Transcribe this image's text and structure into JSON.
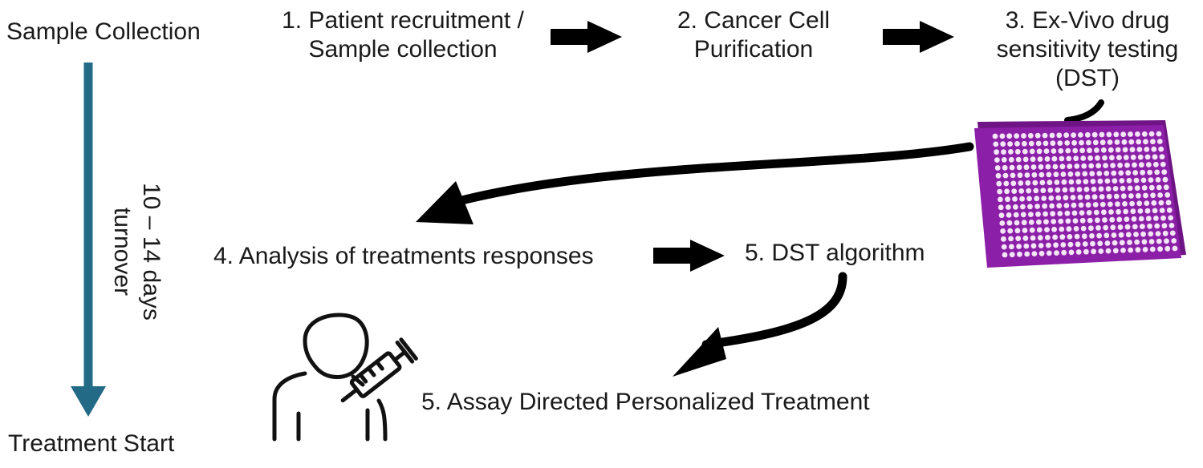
{
  "timeline": {
    "start_label": "Sample Collection",
    "end_label": "Treatment Start",
    "duration_line1": "10 – 14 days",
    "duration_line2": "turnover",
    "arrow_color": "#236a86"
  },
  "steps": {
    "step1_line1": "1.  Patient recruitment /",
    "step1_line2": "Sample collection",
    "step2_line1": "2. Cancer Cell",
    "step2_line2": "Purification",
    "step3_line1": "3. Ex-Vivo drug",
    "step3_line2": "sensitivity testing",
    "step3_line3": "(DST)",
    "step4": "4. Analysis of treatments responses",
    "step5a": "5. DST algorithm",
    "step5b": "5. Assay Directed Personalized Treatment"
  },
  "colors": {
    "arrow": "#000000",
    "plate": "#8c1fa8",
    "plate_dark": "#5e0f73",
    "well": "#f3e6f7"
  },
  "icons": {
    "plate": "well-plate-icon",
    "patient": "patient-vaccine-icon"
  }
}
